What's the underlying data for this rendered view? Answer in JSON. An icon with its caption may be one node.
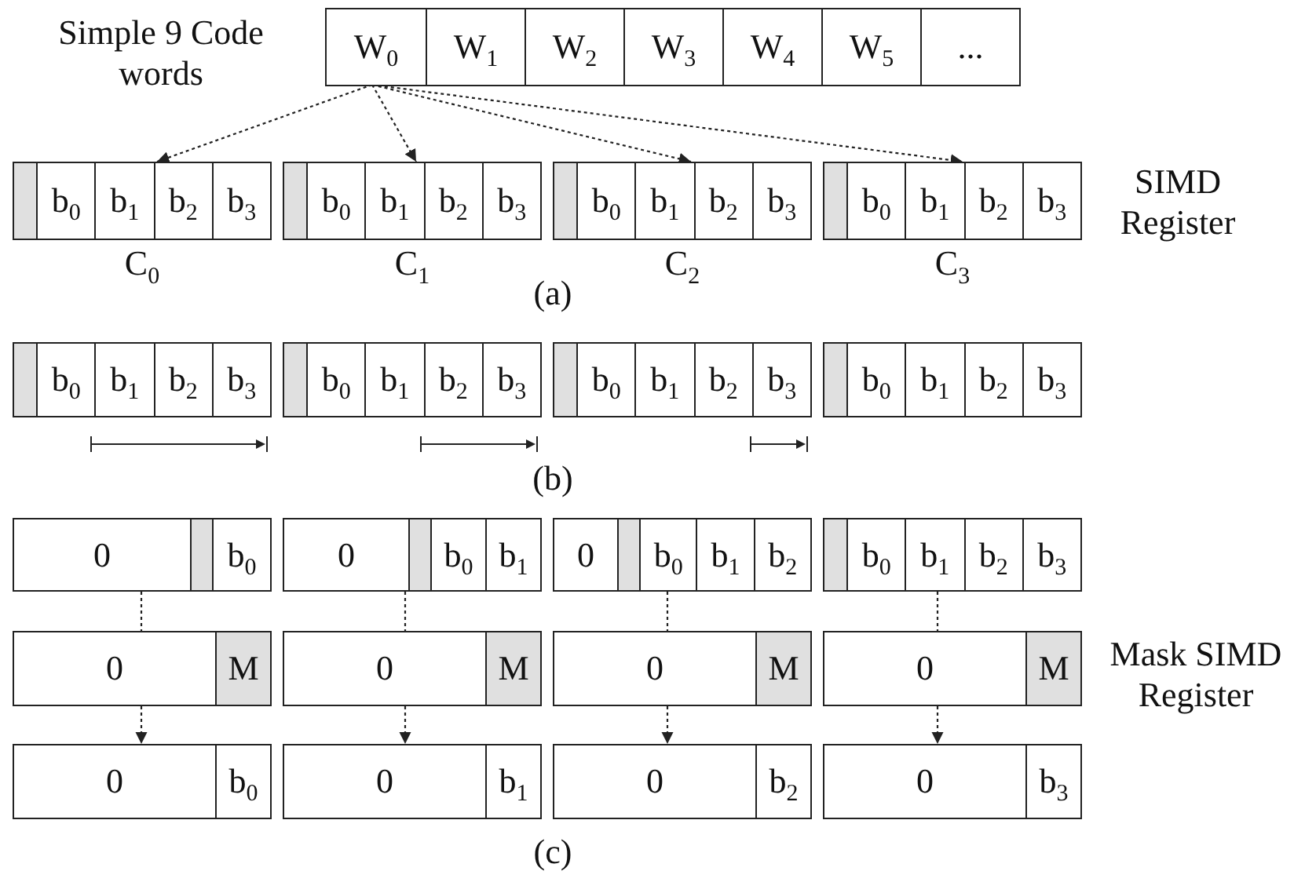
{
  "diagram": {
    "nodes": [
      {
        "text": [],
        "shape": "box"
      },
      {
        "text": [
          "W$_{0}$"
        ],
        "in": 0
      },
      {
        "text": [
          "W$_{1}$"
        ],
        "in": 0
      },
      {
        "text": [
          "W$_{2}$"
        ],
        "in": 0
      },
      {
        "text": [
          "W$_{3}$"
        ],
        "in": 0
      },
      {
        "text": [
          "W$_{4}$"
        ],
        "in": 0
      },
      {
        "text": [
          "W$_{5}$"
        ],
        "in": 0
      },
      {
        "text": [
          "..."
        ],
        "in": 0
      },
      {
        "text": [],
        "shape": "box",
        "beside": [
          "C$_{0}$"
        ]
      },
      {
        "text": [],
        "shape": "box",
        "in": 8
      },
      {
        "text": [
          "b$_{0}$"
        ],
        "in": 8
      },
      {
        "text": [
          "b$_{1}$"
        ],
        "in": 8
      },
      {
        "text": [
          "b$_{2}$"
        ],
        "in": 8
      },
      {
        "text": [
          "b$_{3}$"
        ],
        "in": 8
      },
      {
        "text": [],
        "shape": "box",
        "beside": [
          "C$_{1}$"
        ]
      },
      {
        "text": [],
        "shape": "box",
        "in": 14
      },
      {
        "text": [
          "b$_{0}$"
        ],
        "in": 14
      },
      {
        "text": [
          "b$_{1}$"
        ],
        "in": 14
      },
      {
        "text": [
          "b$_{2}$"
        ],
        "in": 14
      },
      {
        "text": [
          "b$_{3}$"
        ],
        "in": 14
      },
      {
        "text": [],
        "shape": "box",
        "beside": [
          "C$_{2}$"
        ]
      },
      {
        "text": [],
        "shape": "box",
        "in": 20
      },
      {
        "text": [
          "b$_{0}$"
        ],
        "in": 20
      },
      {
        "text": [
          "b$_{1}$"
        ],
        "in": 20
      },
      {
        "text": [
          "b$_{2}$"
        ],
        "in": 20
      },
      {
        "text": [
          "b$_{3}$"
        ],
        "in": 20
      },
      {
        "text": [],
        "shape": "box",
        "beside": [
          "C$_{3}$"
        ]
      },
      {
        "text": [],
        "shape": "box",
        "in": 26
      },
      {
        "text": [
          "b$_{0}$"
        ],
        "in": 26
      },
      {
        "text": [
          "b$_{1}$"
        ],
        "in": 26
      },
      {
        "text": [
          "b$_{2}$"
        ],
        "in": 26
      },
      {
        "text": [
          "b$_{3}$"
        ],
        "in": 26
      },
      {
        "text": [],
        "shape": "box"
      },
      {
        "text": [],
        "shape": "box",
        "in": 32
      },
      {
        "text": [
          "b$_{0}$"
        ],
        "in": 32
      },
      {
        "text": [
          "b$_{1}$"
        ],
        "in": 32
      },
      {
        "text": [
          "b$_{2}$"
        ],
        "in": 32
      },
      {
        "text": [
          "b$_{3}$"
        ],
        "in": 32
      },
      {
        "text": [],
        "shape": "box"
      },
      {
        "text": [],
        "shape": "box",
        "in": 38
      },
      {
        "text": [
          "b$_{0}$"
        ],
        "in": 38
      },
      {
        "text": [
          "b$_{1}$"
        ],
        "in": 38
      },
      {
        "text": [
          "b$_{2}$"
        ],
        "in": 38
      },
      {
        "text": [
          "b$_{3}$"
        ],
        "in": 38
      },
      {
        "text": [],
        "shape": "box"
      },
      {
        "text": [],
        "shape": "box",
        "in": 44
      },
      {
        "text": [
          "b$_{0}$"
        ],
        "in": 44
      },
      {
        "text": [
          "b$_{1}$"
        ],
        "in": 44
      },
      {
        "text": [
          "b$_{2}$"
        ],
        "in": 44
      },
      {
        "text": [
          "b$_{3}$"
        ],
        "in": 44
      },
      {
        "text": [],
        "shape": "box"
      },
      {
        "text": [],
        "shape": "box",
        "in": 50
      },
      {
        "text": [
          "b$_{0}$"
        ],
        "in": 50
      },
      {
        "text": [
          "b$_{1}$"
        ],
        "in": 50
      },
      {
        "text": [
          "b$_{2}$"
        ],
        "in": 50
      },
      {
        "text": [
          "b$_{3}$"
        ],
        "in": 50
      },
      {
        "text": [],
        "shape": "box"
      },
      {
        "text": [
          "0"
        ],
        "in": 56
      },
      {
        "text": [],
        "shape": "box",
        "in": 56
      },
      {
        "text": [
          "b$_{0}$"
        ],
        "in": 56
      },
      {
        "text": [],
        "shape": "box"
      },
      {
        "text": [
          "0"
        ],
        "in": 60
      },
      {
        "text": [],
        "shape": "box",
        "in": 60
      },
      {
        "text": [
          "b$_{0}$"
        ],
        "in": 60
      },
      {
        "text": [
          "b$_{1}$"
        ],
        "in": 60
      },
      {
        "text": [],
        "shape": "box"
      },
      {
        "text": [
          "0"
        ],
        "in": 65
      },
      {
        "text": [],
        "shape": "box",
        "in": 65
      },
      {
        "text": [
          "b$_{0}$"
        ],
        "in": 65
      },
      {
        "text": [
          "b$_{1}$"
        ],
        "in": 65
      },
      {
        "text": [
          "b$_{2}$"
        ],
        "in": 65
      },
      {
        "text": [],
        "shape": "box"
      },
      {
        "text": [],
        "shape": "box",
        "in": 71
      },
      {
        "text": [
          "b$_{0}$"
        ],
        "in": 71
      },
      {
        "text": [
          "b$_{1}$"
        ],
        "in": 71
      },
      {
        "text": [
          "b$_{2}$"
        ],
        "in": 71
      },
      {
        "text": [
          "b$_{3}$"
        ],
        "in": 71
      },
      {
        "text": [],
        "shape": "box"
      },
      {
        "text": [
          "0"
        ],
        "in": 77
      },
      {
        "text": [
          "M"
        ],
        "in": 77
      },
      {
        "text": [],
        "shape": "box"
      },
      {
        "text": [
          "0"
        ],
        "in": 80
      },
      {
        "text": [
          "M"
        ],
        "in": 80
      },
      {
        "text": [],
        "shape": "box"
      },
      {
        "text": [
          "0"
        ],
        "in": 83
      },
      {
        "text": [
          "M"
        ],
        "in": 83
      },
      {
        "text": [],
        "shape": "box"
      },
      {
        "text": [
          "0"
        ],
        "in": 86
      },
      {
        "text": [
          "M"
        ],
        "in": 86
      },
      {
        "text": [],
        "shape": "box"
      },
      {
        "text": [
          "0"
        ],
        "in": 89
      },
      {
        "text": [
          "b$_{0}$"
        ],
        "in": 89
      },
      {
        "text": [],
        "shape": "box"
      },
      {
        "text": [
          "0"
        ],
        "in": 92
      },
      {
        "text": [
          "b$_{1}$"
        ],
        "in": 92
      },
      {
        "text": [],
        "shape": "box"
      },
      {
        "text": [
          "0"
        ],
        "in": 95
      },
      {
        "text": [
          "b$_{2}$"
        ],
        "in": 95
      },
      {
        "text": [],
        "shape": "box"
      },
      {
        "text": [
          "0"
        ],
        "in": 98
      },
      {
        "text": [
          "b$_{3}$"
        ],
        "in": 98
      }
    ],
    "edges": [
      {
        "from": 1,
        "to": 8,
        "arrow": "to",
        "style": "dashed"
      },
      {
        "from": 1,
        "to": 14,
        "arrow": "to",
        "style": "dashed"
      },
      {
        "from": 1,
        "to": 20,
        "arrow": "to",
        "style": "dashed"
      },
      {
        "from": 1,
        "to": 26,
        "arrow": "to",
        "style": "dashed"
      },
      {
        "from": 56,
        "to": 77,
        "arrow": "none",
        "style": "dashed"
      },
      {
        "from": 77,
        "to": 89,
        "arrow": "to",
        "style": "dashed"
      },
      {
        "from": 60,
        "to": 80,
        "arrow": "none",
        "style": "dashed"
      },
      {
        "from": 80,
        "to": 92,
        "arrow": "to",
        "style": "dashed"
      },
      {
        "from": 65,
        "to": 83,
        "arrow": "none",
        "style": "dashed"
      },
      {
        "from": 83,
        "to": 95,
        "arrow": "to",
        "style": "dashed"
      },
      {
        "from": 71,
        "to": 86,
        "arrow": "none",
        "style": "dashed"
      },
      {
        "from": 86,
        "to": 98,
        "arrow": "to",
        "style": "dashed"
      }
    ],
    "labels": [
      "Simple 9 Code words",
      "SIMD Register",
      "(a)",
      "(b)",
      "Mask SIMD Register",
      "(c)"
    ]
  }
}
